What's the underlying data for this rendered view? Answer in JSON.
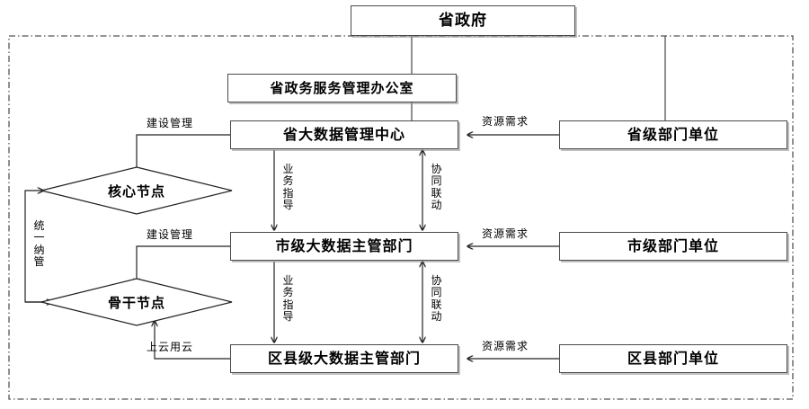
{
  "diagram": {
    "type": "org-hierarchy-flow",
    "title_node": "省政府",
    "boundary": {
      "style": "dash-dot",
      "color": "#555555"
    },
    "nodes": [
      {
        "id": "prov-gov",
        "label": "省政府",
        "shape": "rect",
        "level": 0
      },
      {
        "id": "prov-office",
        "label": "省政务服务管理办公室",
        "shape": "rect",
        "level": 1
      },
      {
        "id": "prov-bigdata",
        "label": "省大数据管理中心",
        "shape": "rect",
        "level": 2
      },
      {
        "id": "prov-depts",
        "label": "省级部门单位",
        "shape": "rect",
        "level": 2
      },
      {
        "id": "core-node",
        "label": "核心节点",
        "shape": "diamond",
        "level": 2
      },
      {
        "id": "city-bigdata",
        "label": "市级大数据主管部门",
        "shape": "rect",
        "level": 3
      },
      {
        "id": "city-depts",
        "label": "市级部门单位",
        "shape": "rect",
        "level": 3
      },
      {
        "id": "backbone-node",
        "label": "骨干节点",
        "shape": "diamond",
        "level": 3
      },
      {
        "id": "district-bigdata",
        "label": "区县级大数据主管部门",
        "shape": "rect",
        "level": 4
      },
      {
        "id": "district-depts",
        "label": "区县部门单位",
        "shape": "rect",
        "level": 4
      }
    ],
    "edge_labels": {
      "build_mgmt_prov": "建设管理",
      "build_mgmt_city": "建设管理",
      "resource_demand_prov": "资源需求",
      "resource_demand_city": "资源需求",
      "resource_demand_district": "资源需求",
      "biz_guidance_upper": "业务指导",
      "biz_guidance_lower": "业务指导",
      "coordination_upper": "协同联动",
      "coordination_lower": "协同联动",
      "unified_mgmt": "统一纳管",
      "cloud_adoption": "上云用云"
    }
  }
}
